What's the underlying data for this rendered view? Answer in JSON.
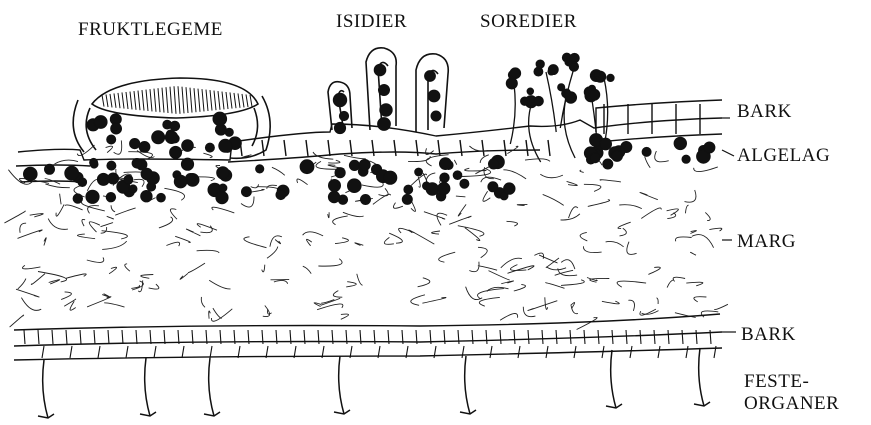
{
  "labels": {
    "fruktlegeme": "FRUKTLEGEME",
    "isidier": "ISIDIER",
    "soredier": "SOREDIER",
    "bark_top": "BARK",
    "algelag": "ALGELAG",
    "marg": "MARG",
    "bark_bottom": "BARK",
    "feste_line1": "FESTE-",
    "feste_line2": "ORGANER"
  },
  "colors": {
    "ink": "#111111",
    "background": "#ffffff"
  }
}
